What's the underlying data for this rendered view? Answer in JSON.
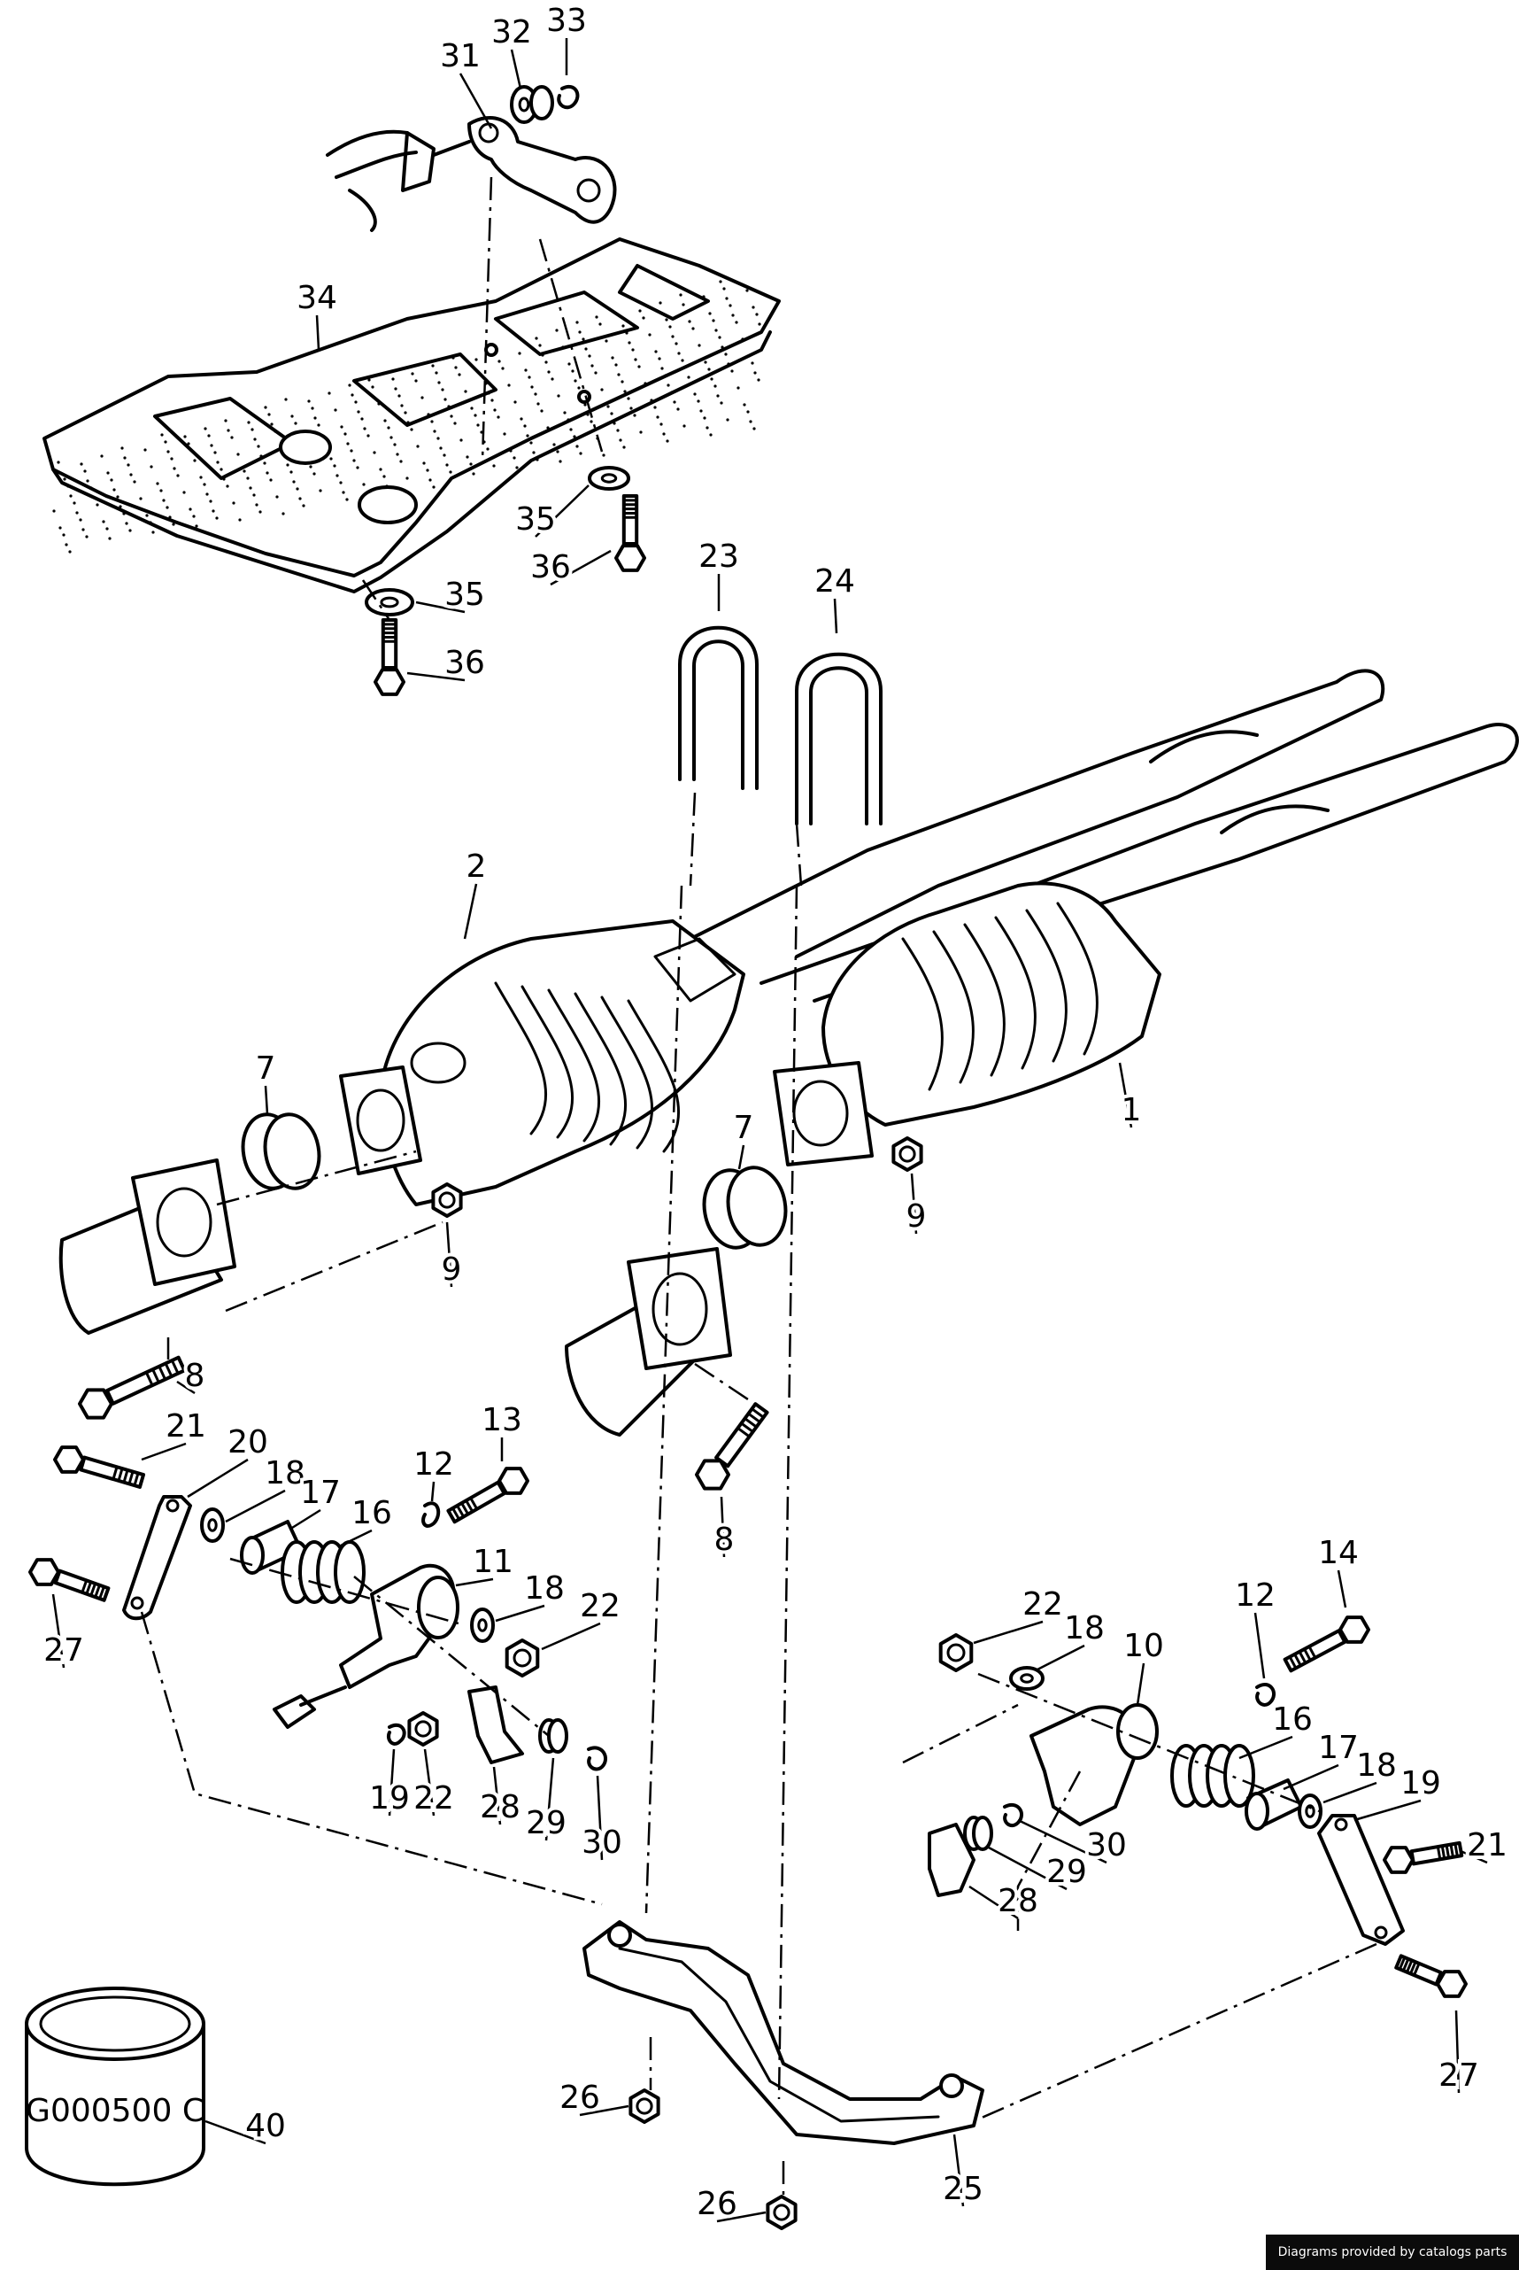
{
  "diagram": {
    "callouts": [
      {
        "id": "c31",
        "text": "31"
      },
      {
        "id": "c32",
        "text": "32"
      },
      {
        "id": "c33",
        "text": "33"
      },
      {
        "id": "c34",
        "text": "34"
      },
      {
        "id": "c35a",
        "text": "35"
      },
      {
        "id": "c36a",
        "text": "36"
      },
      {
        "id": "c35b",
        "text": "35"
      },
      {
        "id": "c36b",
        "text": "36"
      },
      {
        "id": "c23",
        "text": "23"
      },
      {
        "id": "c24",
        "text": "24"
      },
      {
        "id": "c2",
        "text": "2"
      },
      {
        "id": "c1",
        "text": "1"
      },
      {
        "id": "c7a",
        "text": "7"
      },
      {
        "id": "c7b",
        "text": "7"
      },
      {
        "id": "c9a",
        "text": "9"
      },
      {
        "id": "c9b",
        "text": "9"
      },
      {
        "id": "c8a",
        "text": "8"
      },
      {
        "id": "c8b",
        "text": "8"
      },
      {
        "id": "c21a",
        "text": "21"
      },
      {
        "id": "c20",
        "text": "20"
      },
      {
        "id": "c18a",
        "text": "18"
      },
      {
        "id": "c17a",
        "text": "17"
      },
      {
        "id": "c16a",
        "text": "16"
      },
      {
        "id": "c12a",
        "text": "12"
      },
      {
        "id": "c13",
        "text": "13"
      },
      {
        "id": "c11",
        "text": "11"
      },
      {
        "id": "c18b",
        "text": "18"
      },
      {
        "id": "c22a",
        "text": "22"
      },
      {
        "id": "c27a",
        "text": "27"
      },
      {
        "id": "c19a",
        "text": "19"
      },
      {
        "id": "c22b",
        "text": "22"
      },
      {
        "id": "c28a",
        "text": "28"
      },
      {
        "id": "c29a",
        "text": "29"
      },
      {
        "id": "c30a",
        "text": "30"
      },
      {
        "id": "c14",
        "text": "14"
      },
      {
        "id": "c22c",
        "text": "22"
      },
      {
        "id": "c18c",
        "text": "18"
      },
      {
        "id": "c12b",
        "text": "12"
      },
      {
        "id": "c10",
        "text": "10"
      },
      {
        "id": "c16b",
        "text": "16"
      },
      {
        "id": "c17b",
        "text": "17"
      },
      {
        "id": "c18d",
        "text": "18"
      },
      {
        "id": "c19b",
        "text": "19"
      },
      {
        "id": "c21b",
        "text": "21"
      },
      {
        "id": "c30b",
        "text": "30"
      },
      {
        "id": "c29b",
        "text": "29"
      },
      {
        "id": "c28b",
        "text": "28"
      },
      {
        "id": "c27b",
        "text": "27"
      },
      {
        "id": "c40",
        "text": "40"
      },
      {
        "id": "c26a",
        "text": "26"
      },
      {
        "id": "c26b",
        "text": "26"
      },
      {
        "id": "c25",
        "text": "25"
      }
    ],
    "ring_marking": "G000500 C"
  },
  "footer": {
    "text": "Diagrams provided by catalogs parts"
  }
}
